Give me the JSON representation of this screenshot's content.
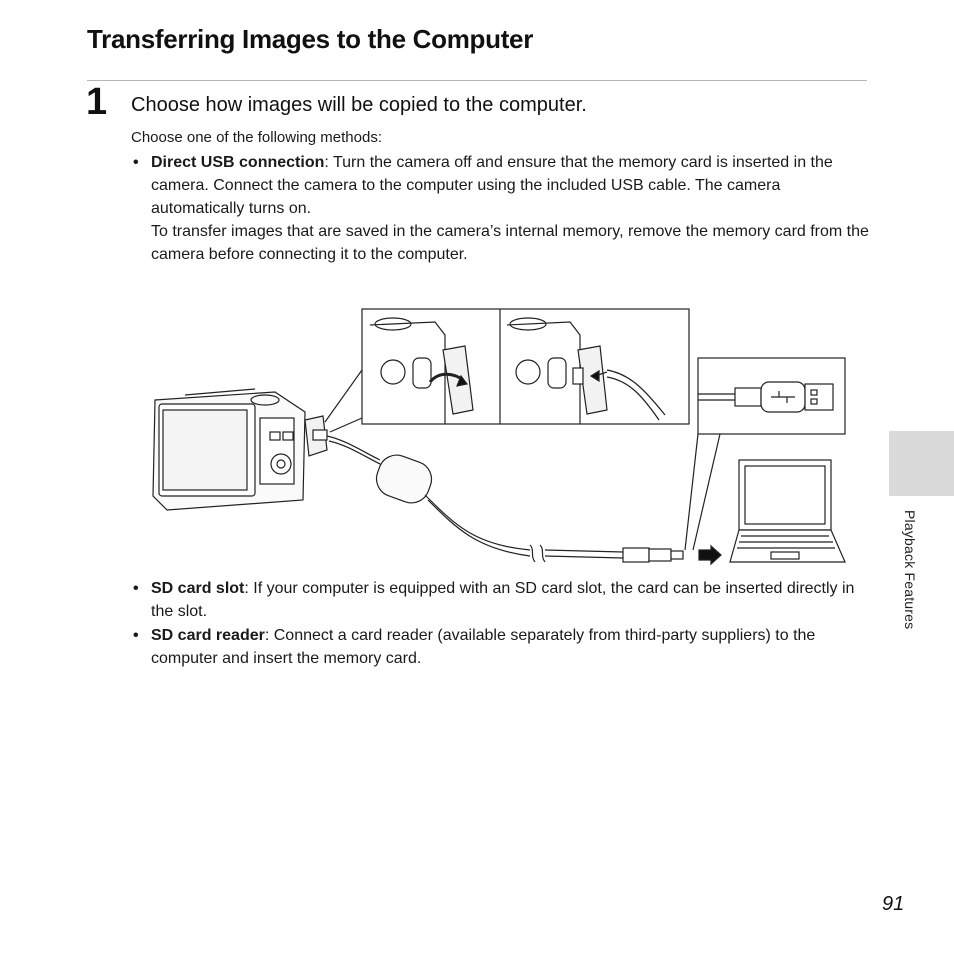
{
  "page": {
    "title": "Transferring Images to the Computer",
    "page_number": "91",
    "side_tab_label": "Playback Features"
  },
  "step": {
    "number": "1",
    "heading": "Choose how images will be copied to the computer.",
    "intro": "Choose one of the following methods:"
  },
  "methods": [
    {
      "term": "Direct USB connection",
      "text": ": Turn the camera off and ensure that the memory card is inserted in the camera. Connect the camera to the computer using the included USB cable. The camera automatically turns on.",
      "note": "To transfer images that are saved in the camera’s internal memory, remove the memory card from the camera before connecting it to the computer."
    },
    {
      "term": "SD card slot",
      "text": ": If your computer is equipped with an SD card slot, the card can be inserted directly in the slot."
    },
    {
      "term": "SD card reader",
      "text": ": Connect a card reader (available separately from third-party suppliers) to the computer and insert the memory card."
    }
  ],
  "colors": {
    "text": "#1a1a1a",
    "rule": "#b5b5b5",
    "side_tab": "#dadada"
  }
}
